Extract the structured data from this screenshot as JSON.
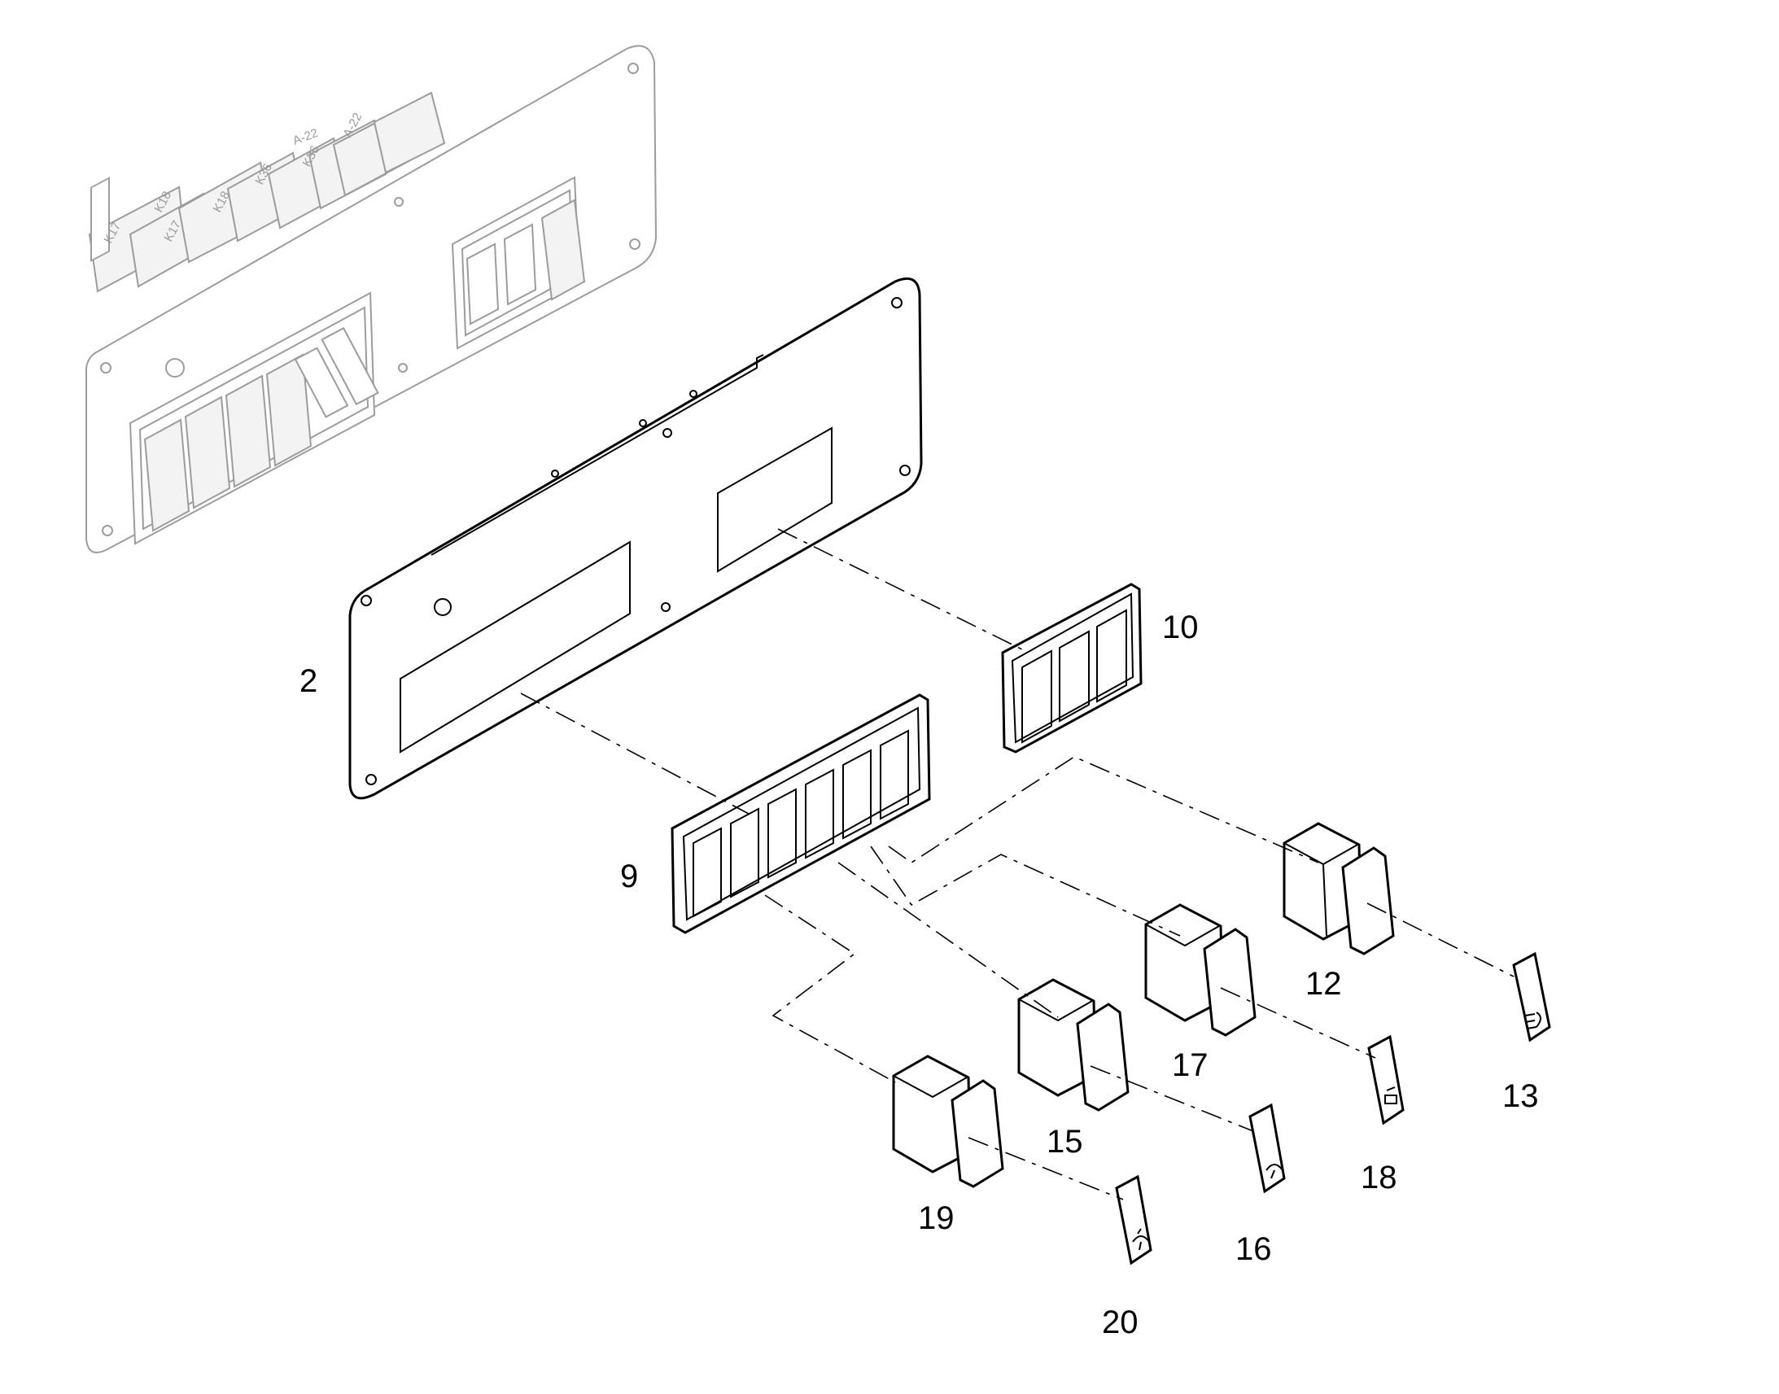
{
  "diagram": {
    "part_labels": {
      "p2": "2",
      "p9": "9",
      "p10": "10",
      "p12": "12",
      "p13": "13",
      "p15": "15",
      "p16": "16",
      "p17": "17",
      "p18": "18",
      "p19": "19",
      "p20": "20"
    },
    "relay_labels": {
      "r1": "K17",
      "r2": "K18",
      "r3": "K17",
      "r4": "K18",
      "r5": "K36",
      "r6": "K36",
      "r7": "A-22",
      "r8": "A-22"
    },
    "colors": {
      "line": "#000000",
      "ghost": "#9c9c9c",
      "background": "#ffffff"
    }
  }
}
